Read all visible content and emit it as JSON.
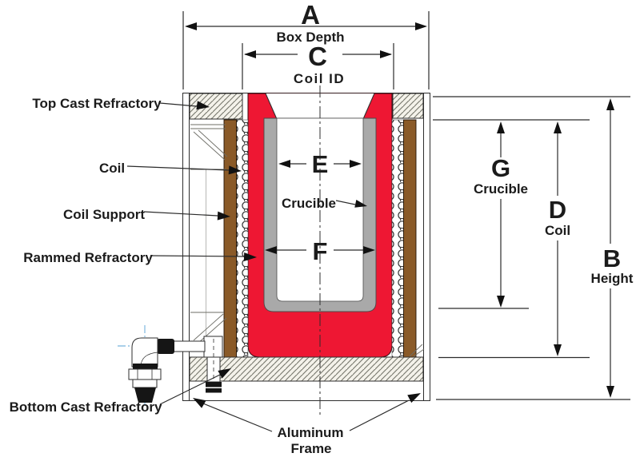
{
  "dims": {
    "A": {
      "letter": "A",
      "label": "Box Depth"
    },
    "C": {
      "letter": "C",
      "label": "Coil ID"
    },
    "E": {
      "letter": "E"
    },
    "F": {
      "letter": "F"
    },
    "G": {
      "letter": "G",
      "label": "Crucible"
    },
    "D": {
      "letter": "D",
      "label": "Coil"
    },
    "B": {
      "letter": "B",
      "label": "Height"
    }
  },
  "labels": {
    "top_cast_refractory": "Top Cast Refractory",
    "coil": "Coil",
    "coil_support": "Coil Support",
    "rammed_refractory": "Rammed Refractory",
    "bottom_cast_refractory": "Bottom Cast Refractory",
    "crucible_pointer": "Crucible",
    "aluminum": "Aluminum",
    "frame": "Frame"
  },
  "colors": {
    "rammed_refractory_red": "#ee1733",
    "crucible_gray": "#a9a9a9",
    "coil_support_brown": "#8a5a28",
    "centerline_blue": "#55a0d6",
    "black_fitting": "#151515"
  }
}
